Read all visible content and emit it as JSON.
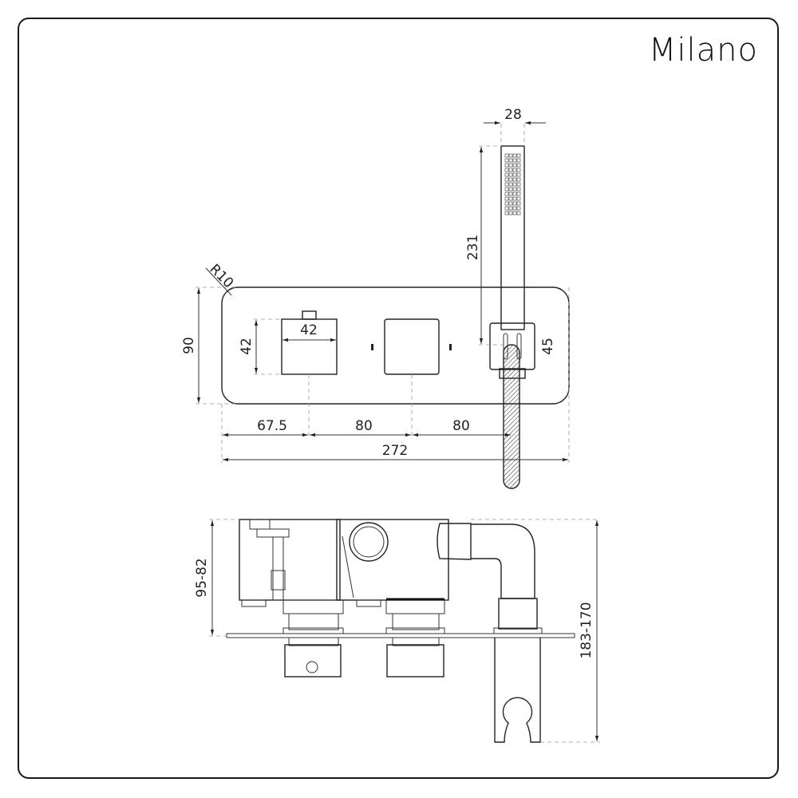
{
  "brand": "Milano",
  "front_view": {
    "dimensions": {
      "handset_width": "28",
      "handset_length": "231",
      "corner_radius": "R10",
      "plate_height": "90",
      "handle_height": "42",
      "handle_width": "42",
      "holder_height": "45",
      "offset_left": "67.5",
      "spacing_1": "80",
      "spacing_2": "80",
      "plate_width": "272"
    }
  },
  "side_view": {
    "dimensions": {
      "depth_body": "95-82",
      "depth_total": "183-170"
    }
  },
  "colors": {
    "line": "#222222",
    "dash": "#999999",
    "hatch": "#444444"
  }
}
